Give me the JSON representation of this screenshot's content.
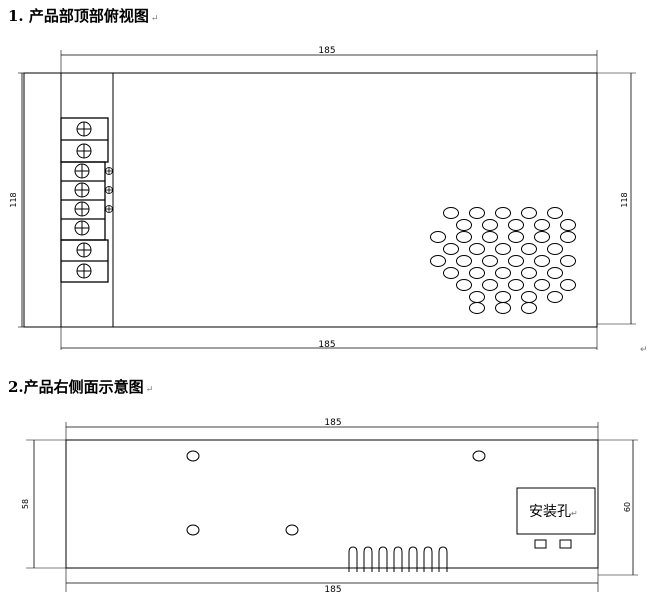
{
  "section1": {
    "title": "1. 产品部顶部俯视图",
    "mark": "↵"
  },
  "section2": {
    "title": "2.产品右侧面示意图",
    "mark": "↵"
  },
  "stray_mark": "↵",
  "top_view": {
    "length_top": "185",
    "length_bottom": "185",
    "height_left": "118",
    "height_right": "118"
  },
  "side_view": {
    "length_top": "185",
    "length_bottom": "185",
    "height_left": "58",
    "height_right": "60",
    "hole_label": "安装孔",
    "hole_label_mark": "↵"
  }
}
